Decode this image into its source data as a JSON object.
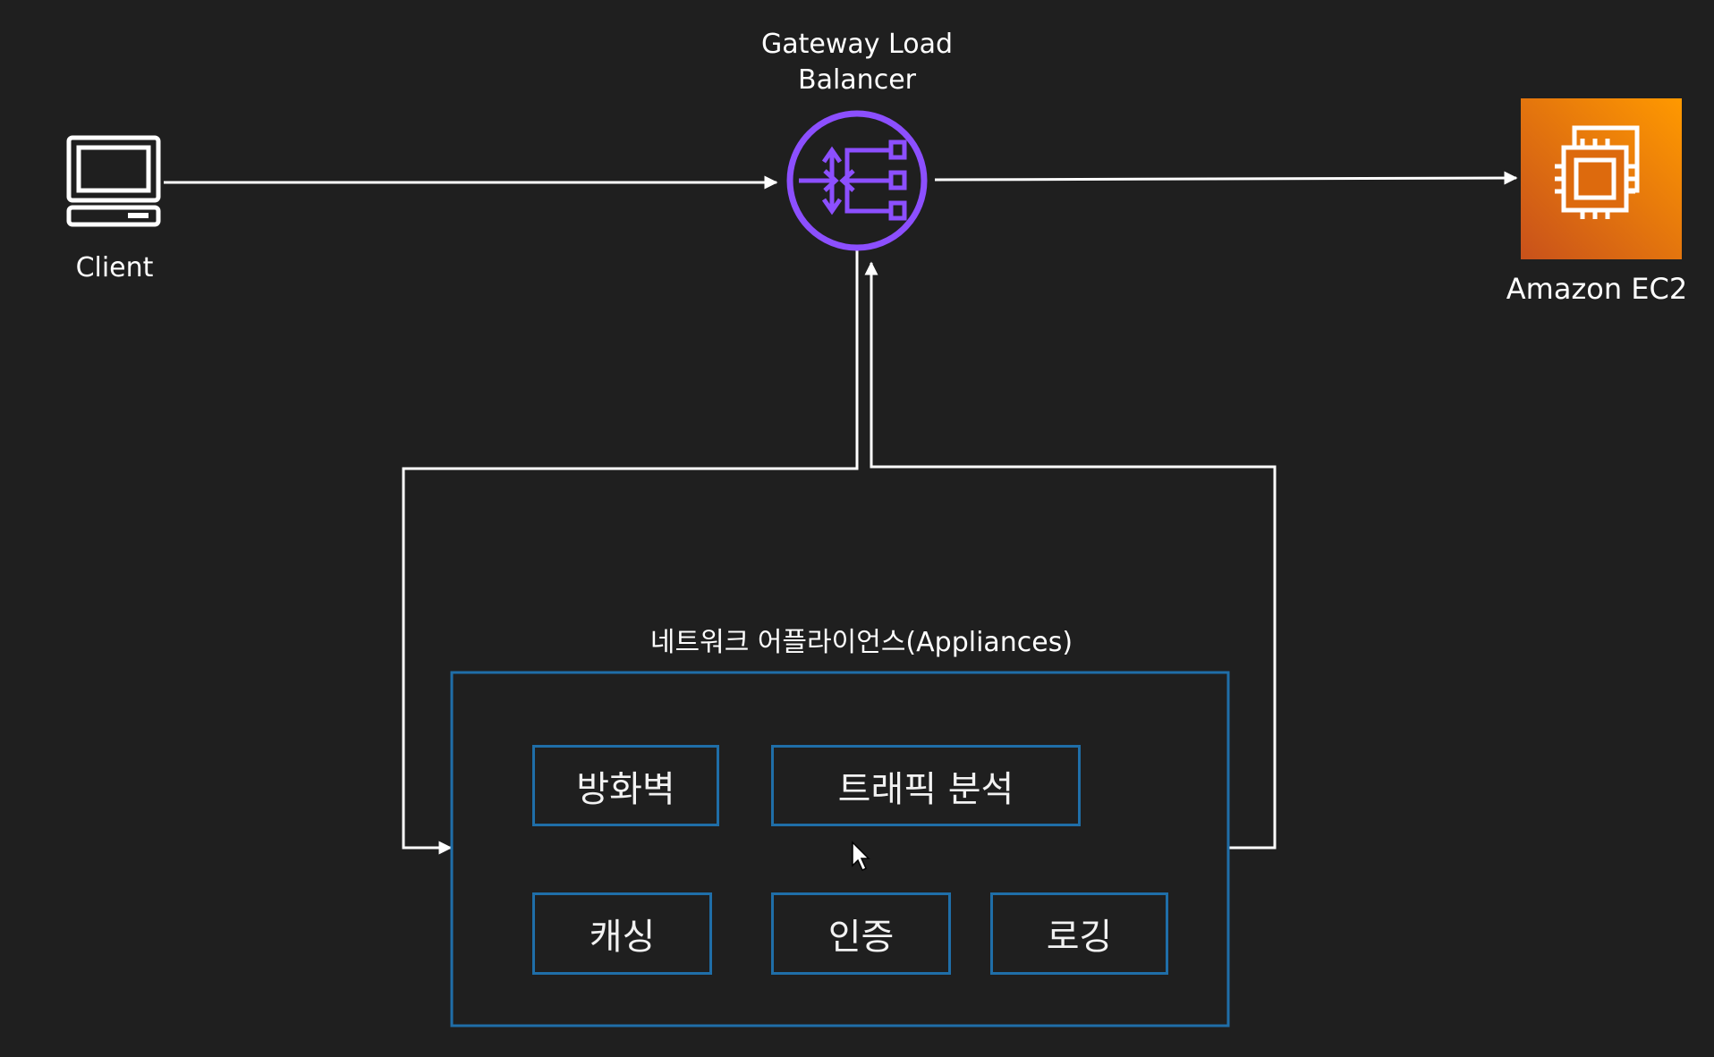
{
  "nodes": {
    "client": {
      "label": "Client"
    },
    "gwlb": {
      "label_line1": "Gateway Load",
      "label_line2": "Balancer"
    },
    "ec2": {
      "label": "Amazon EC2"
    }
  },
  "appliances": {
    "group_label": "네트워크 어플라이언스(Appliances)",
    "items": [
      "방화벽",
      "트래픽 분석",
      "캐싱",
      "인증",
      "로깅"
    ]
  },
  "colors": {
    "background": "#1f1f1f",
    "line": "#ffffff",
    "gwlb_accent": "#8c4fff",
    "ec2_orange": "#ed7100",
    "appliance_border": "#1f6ea8"
  },
  "icons": {
    "client": "laptop-icon",
    "gwlb": "gateway-load-balancer-icon",
    "ec2": "ec2-chip-icon",
    "cursor": "mouse-pointer-icon"
  }
}
